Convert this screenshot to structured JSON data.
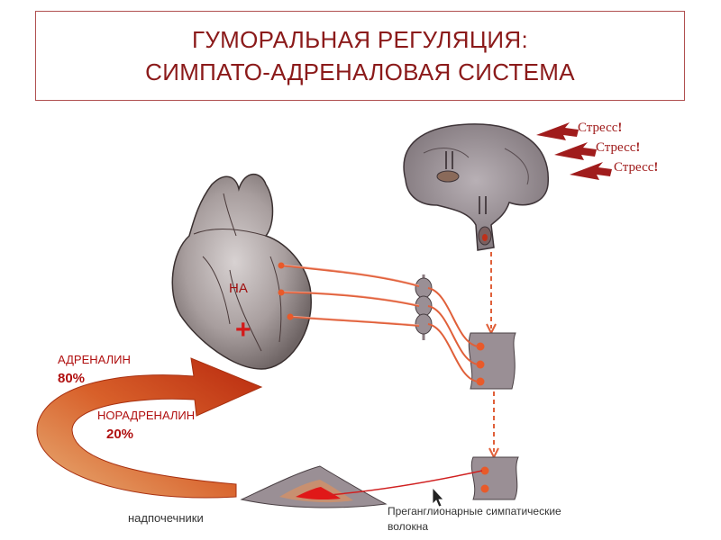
{
  "title": {
    "line1": "ГУМОРАЛЬНАЯ РЕГУЛЯЦИЯ:",
    "line2": "СИМПАТО-АДРЕНАЛОВАЯ СИСТЕМА"
  },
  "stress_labels": [
    {
      "text": "Стресс",
      "mark": "!"
    },
    {
      "text": "Стресс",
      "mark": "!"
    },
    {
      "text": "Стресс",
      "mark": "!"
    }
  ],
  "heart": {
    "na_label": "НА",
    "plus_sign": "+"
  },
  "hormones": {
    "adrenaline_label": "АДРЕНАЛИН",
    "adrenaline_pct": "80%",
    "noradrenaline_label": "НОРАДРЕНАЛИН",
    "noradrenaline_pct": "20%"
  },
  "adrenal_label": "надпочечники",
  "fibers_label_line1": "Преганглионарные симпатические",
  "fibers_label_line2": "волокна",
  "colors": {
    "title_text": "#8b1a1a",
    "title_border": "#b05050",
    "nerve": "#e0603a",
    "arrow": "#c83a1a",
    "stress_arrow": "#a01c1c",
    "spinal": "#9a8f95"
  },
  "icons": [
    "brain-illustration",
    "heart-illustration",
    "adrenal-gland-illustration",
    "spinal-cord-segment",
    "sympathetic-ganglion",
    "stress-arrow-icon",
    "cursor-arrow-icon"
  ]
}
